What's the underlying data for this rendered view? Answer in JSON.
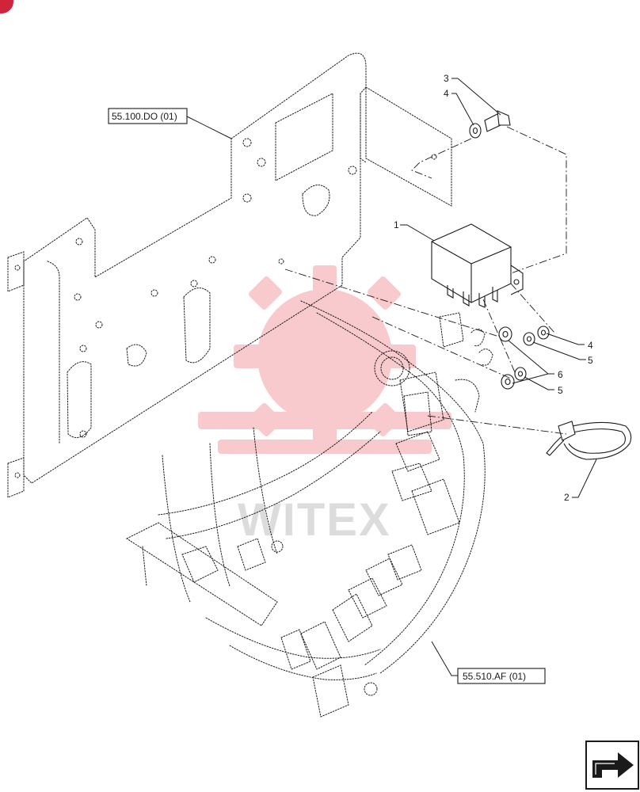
{
  "references": {
    "top": "55.100.DO (01)",
    "bottom": "55.510.AF (01)"
  },
  "callouts": {
    "c1": "1",
    "c2": "2",
    "c3": "3",
    "c4_top": "4",
    "c4_right": "4",
    "c5_upper": "5",
    "c6": "6",
    "c5_lower": "5"
  },
  "watermark": {
    "text": "WITEX",
    "color": "#e8323c"
  },
  "colors": {
    "line": "#1a1a1a",
    "corner_badge": "#d0243c"
  },
  "icons": {
    "corner": "corner-badge-icon",
    "navigation": "next-page-arrow-icon"
  }
}
